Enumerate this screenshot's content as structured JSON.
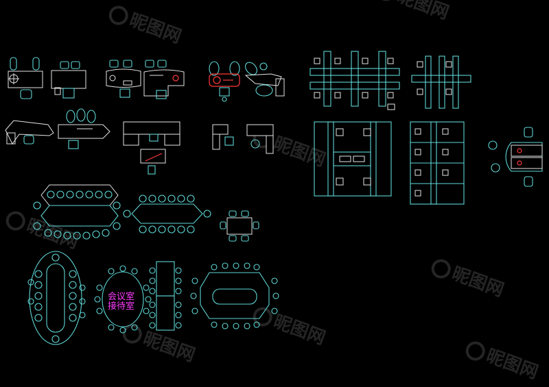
{
  "labels": {
    "meeting_room": "会议室",
    "reception_room": "接待室"
  },
  "watermark": {
    "text": "昵图网",
    "icon": "nipic-logo-icon"
  },
  "colors": {
    "background": "#000000",
    "furniture_outline": "#5fd7d7",
    "desk_detail": "#e6e6e6",
    "accent": "#ff3b3b",
    "label": "#ff3cff"
  }
}
